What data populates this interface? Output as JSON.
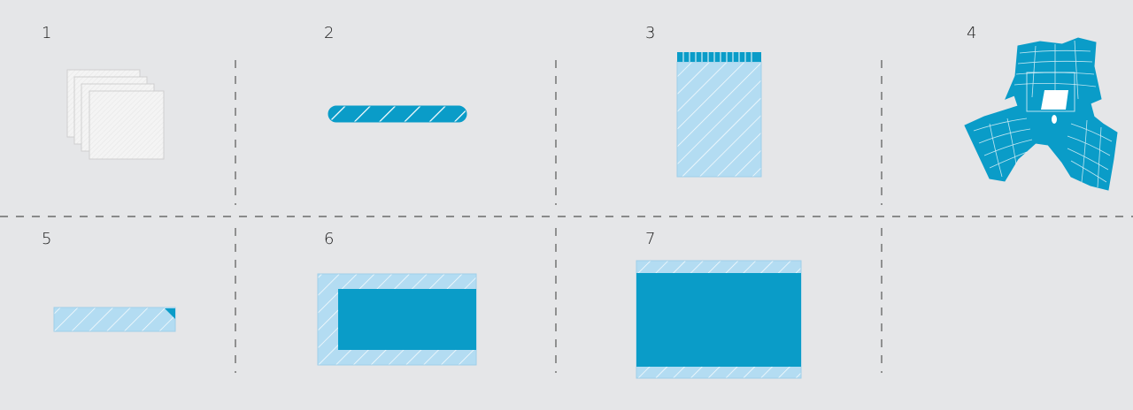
{
  "panels": [
    {
      "label": "1",
      "item": "stacked-gauze-pads",
      "color": "#ffffff"
    },
    {
      "label": "2",
      "item": "rolled-drape",
      "color": "#0a9cc8"
    },
    {
      "label": "3",
      "item": "adhesive-strip-drape",
      "color": "#0a9cc8"
    },
    {
      "label": "4",
      "item": "fenestrated-drape",
      "color": "#0a9cc8"
    },
    {
      "label": "5",
      "item": "folded-strip",
      "color": "#b3dcf2"
    },
    {
      "label": "6",
      "item": "side-bordered-drape",
      "color": "#0a9cc8"
    },
    {
      "label": "7",
      "item": "top-bottom-bordered-drape",
      "color": "#0a9cc8"
    }
  ],
  "colors": {
    "background": "#e5e6e8",
    "primary_blue": "#0a9cc8",
    "light_blue": "#b3dcf2",
    "divider": "#6b6b6b"
  }
}
